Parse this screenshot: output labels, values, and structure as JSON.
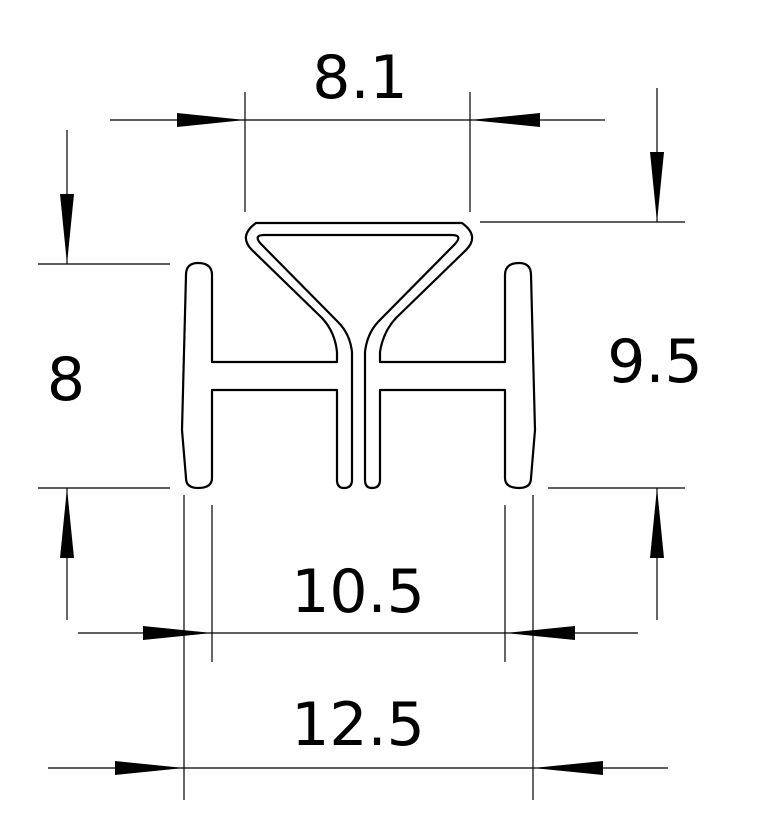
{
  "drawing": {
    "dimensions": {
      "top_width": "8.1",
      "left_height": "8",
      "right_height": "9.5",
      "inner_width": "10.5",
      "overall_width": "12.5"
    },
    "line_color": "#000000",
    "background_color": "#ffffff"
  }
}
